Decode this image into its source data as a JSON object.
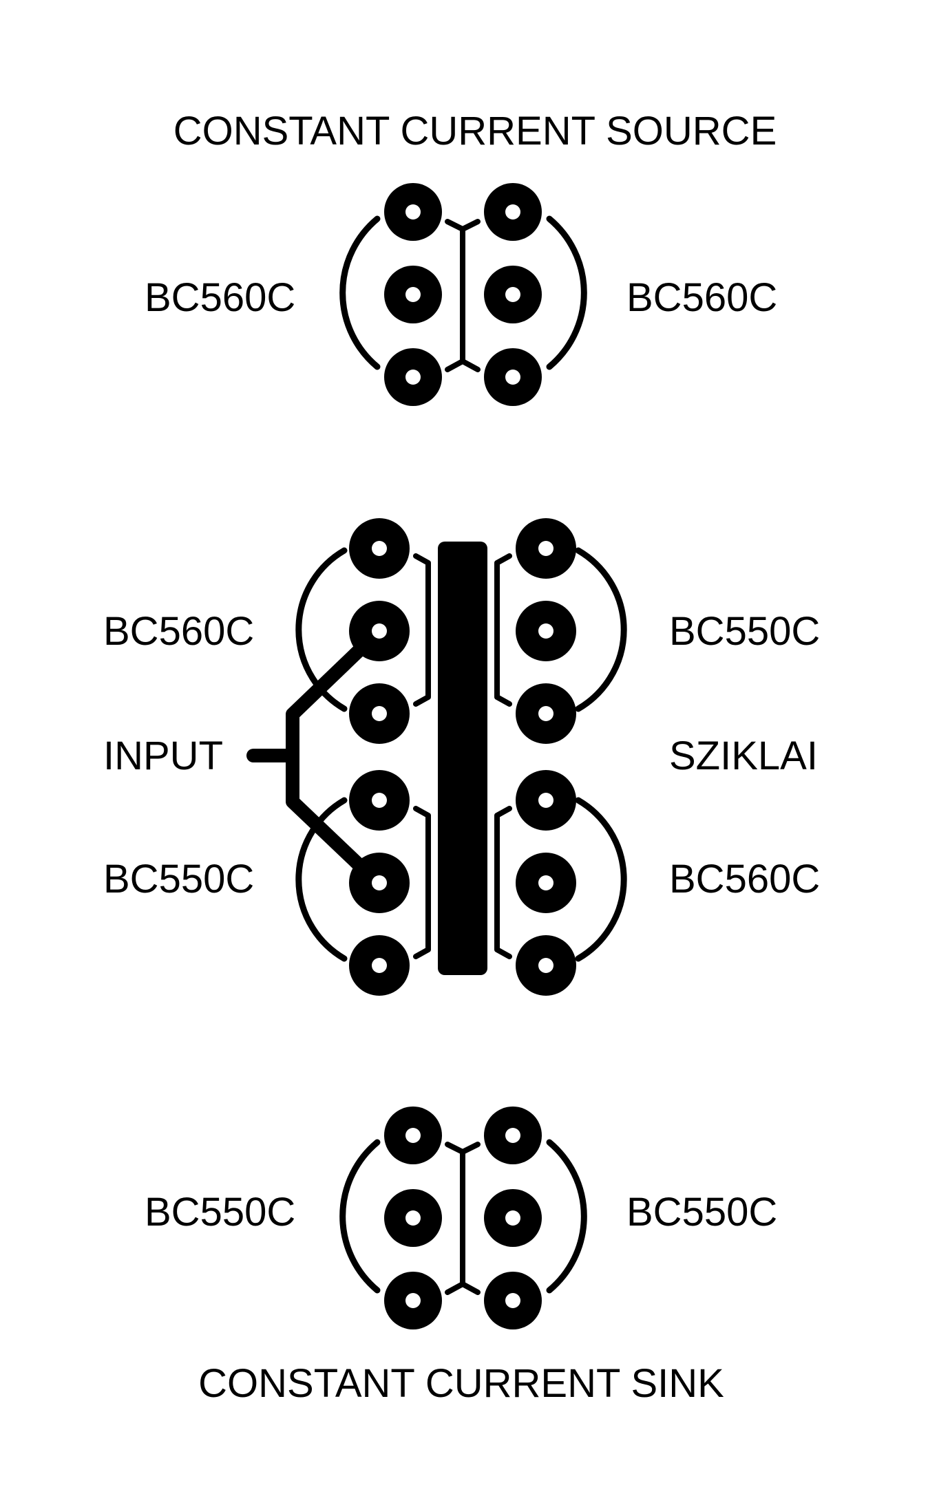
{
  "labels": {
    "source_title": "CONSTANT CURRENT SOURCE",
    "top_left": "BC560C",
    "top_right": "BC560C",
    "mid_upper_left": "BC560C",
    "mid_upper_right": "BC550C",
    "input": "INPUT",
    "sziklai": "SZIKLAI",
    "mid_lower_left": "BC550C",
    "mid_lower_right": "BC560C",
    "bottom_left": "BC550C",
    "bottom_right": "BC550C",
    "sink_title": "CONSTANT CURRENT SINK"
  },
  "colors": {
    "ink": "#000000",
    "background": "#ffffff"
  }
}
